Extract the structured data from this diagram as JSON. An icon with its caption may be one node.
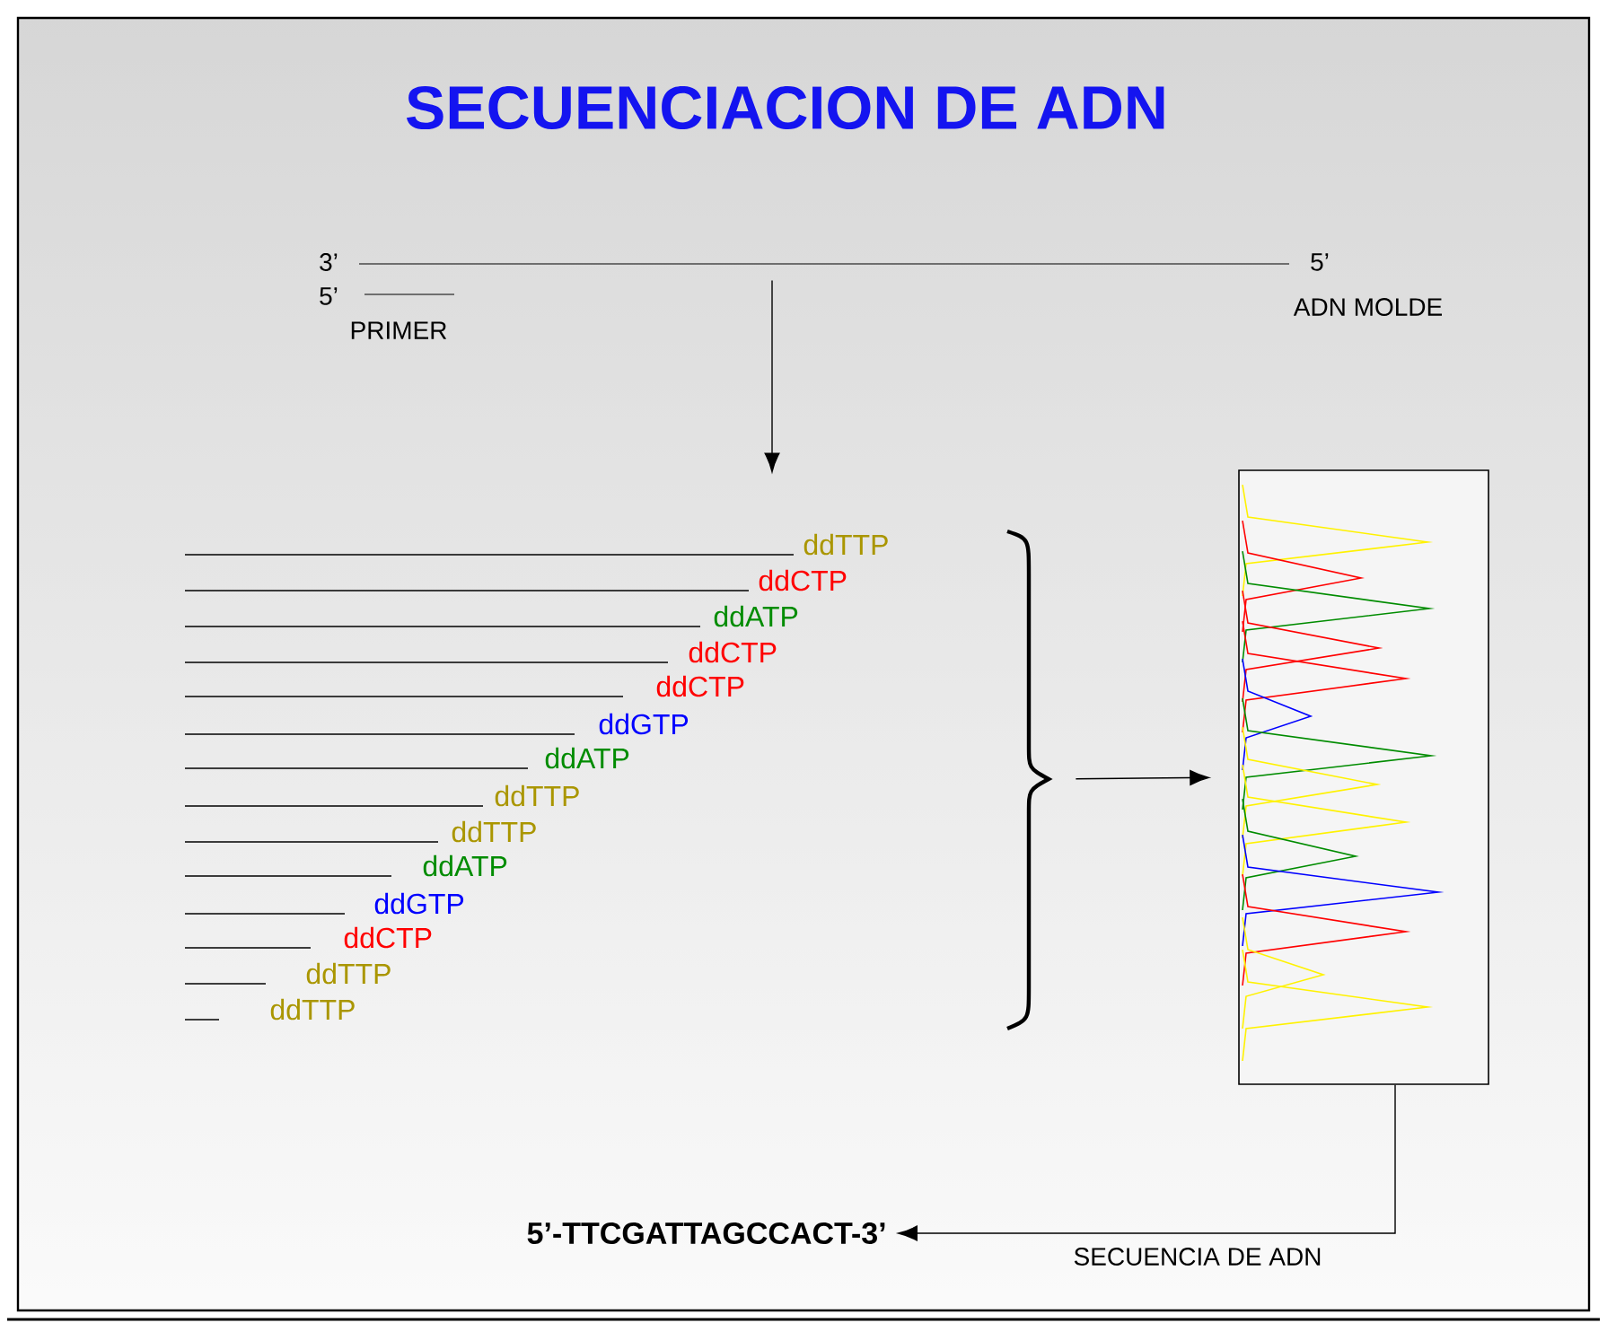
{
  "diagram": {
    "title": "SECUENCIACION DE ADN",
    "nodes": [
      {
        "text": [],
        "shape": "line",
        "beside": [
          "3’",
          "5’",
          "ADN MOLDE"
        ]
      },
      {
        "text": [],
        "shape": "line",
        "beside": [
          "5’",
          "PRIMER"
        ]
      },
      {
        "text": [],
        "shape": "brace"
      },
      {
        "text": [],
        "shape": "picture"
      },
      {
        "text": [
          "5’-TTCGATTAGCCACT-3’"
        ]
      }
    ],
    "edges": [
      {
        "from": 0,
        "to": null,
        "arrow": "to"
      },
      {
        "from": 2,
        "to": 3,
        "arrow": "to"
      },
      {
        "from": 3,
        "to": 4,
        "arrow": "to",
        "label": "SECUENCIA DE ADN"
      }
    ],
    "labels": [
      "ddTTP",
      "ddCTP",
      "ddATP",
      "ddCTP",
      "ddCTP",
      "ddGTP",
      "ddATP",
      "ddTTP",
      "ddTTP",
      "ddATP",
      "ddGTP",
      "ddCTP",
      "ddTTP",
      "ddTTP"
    ]
  }
}
